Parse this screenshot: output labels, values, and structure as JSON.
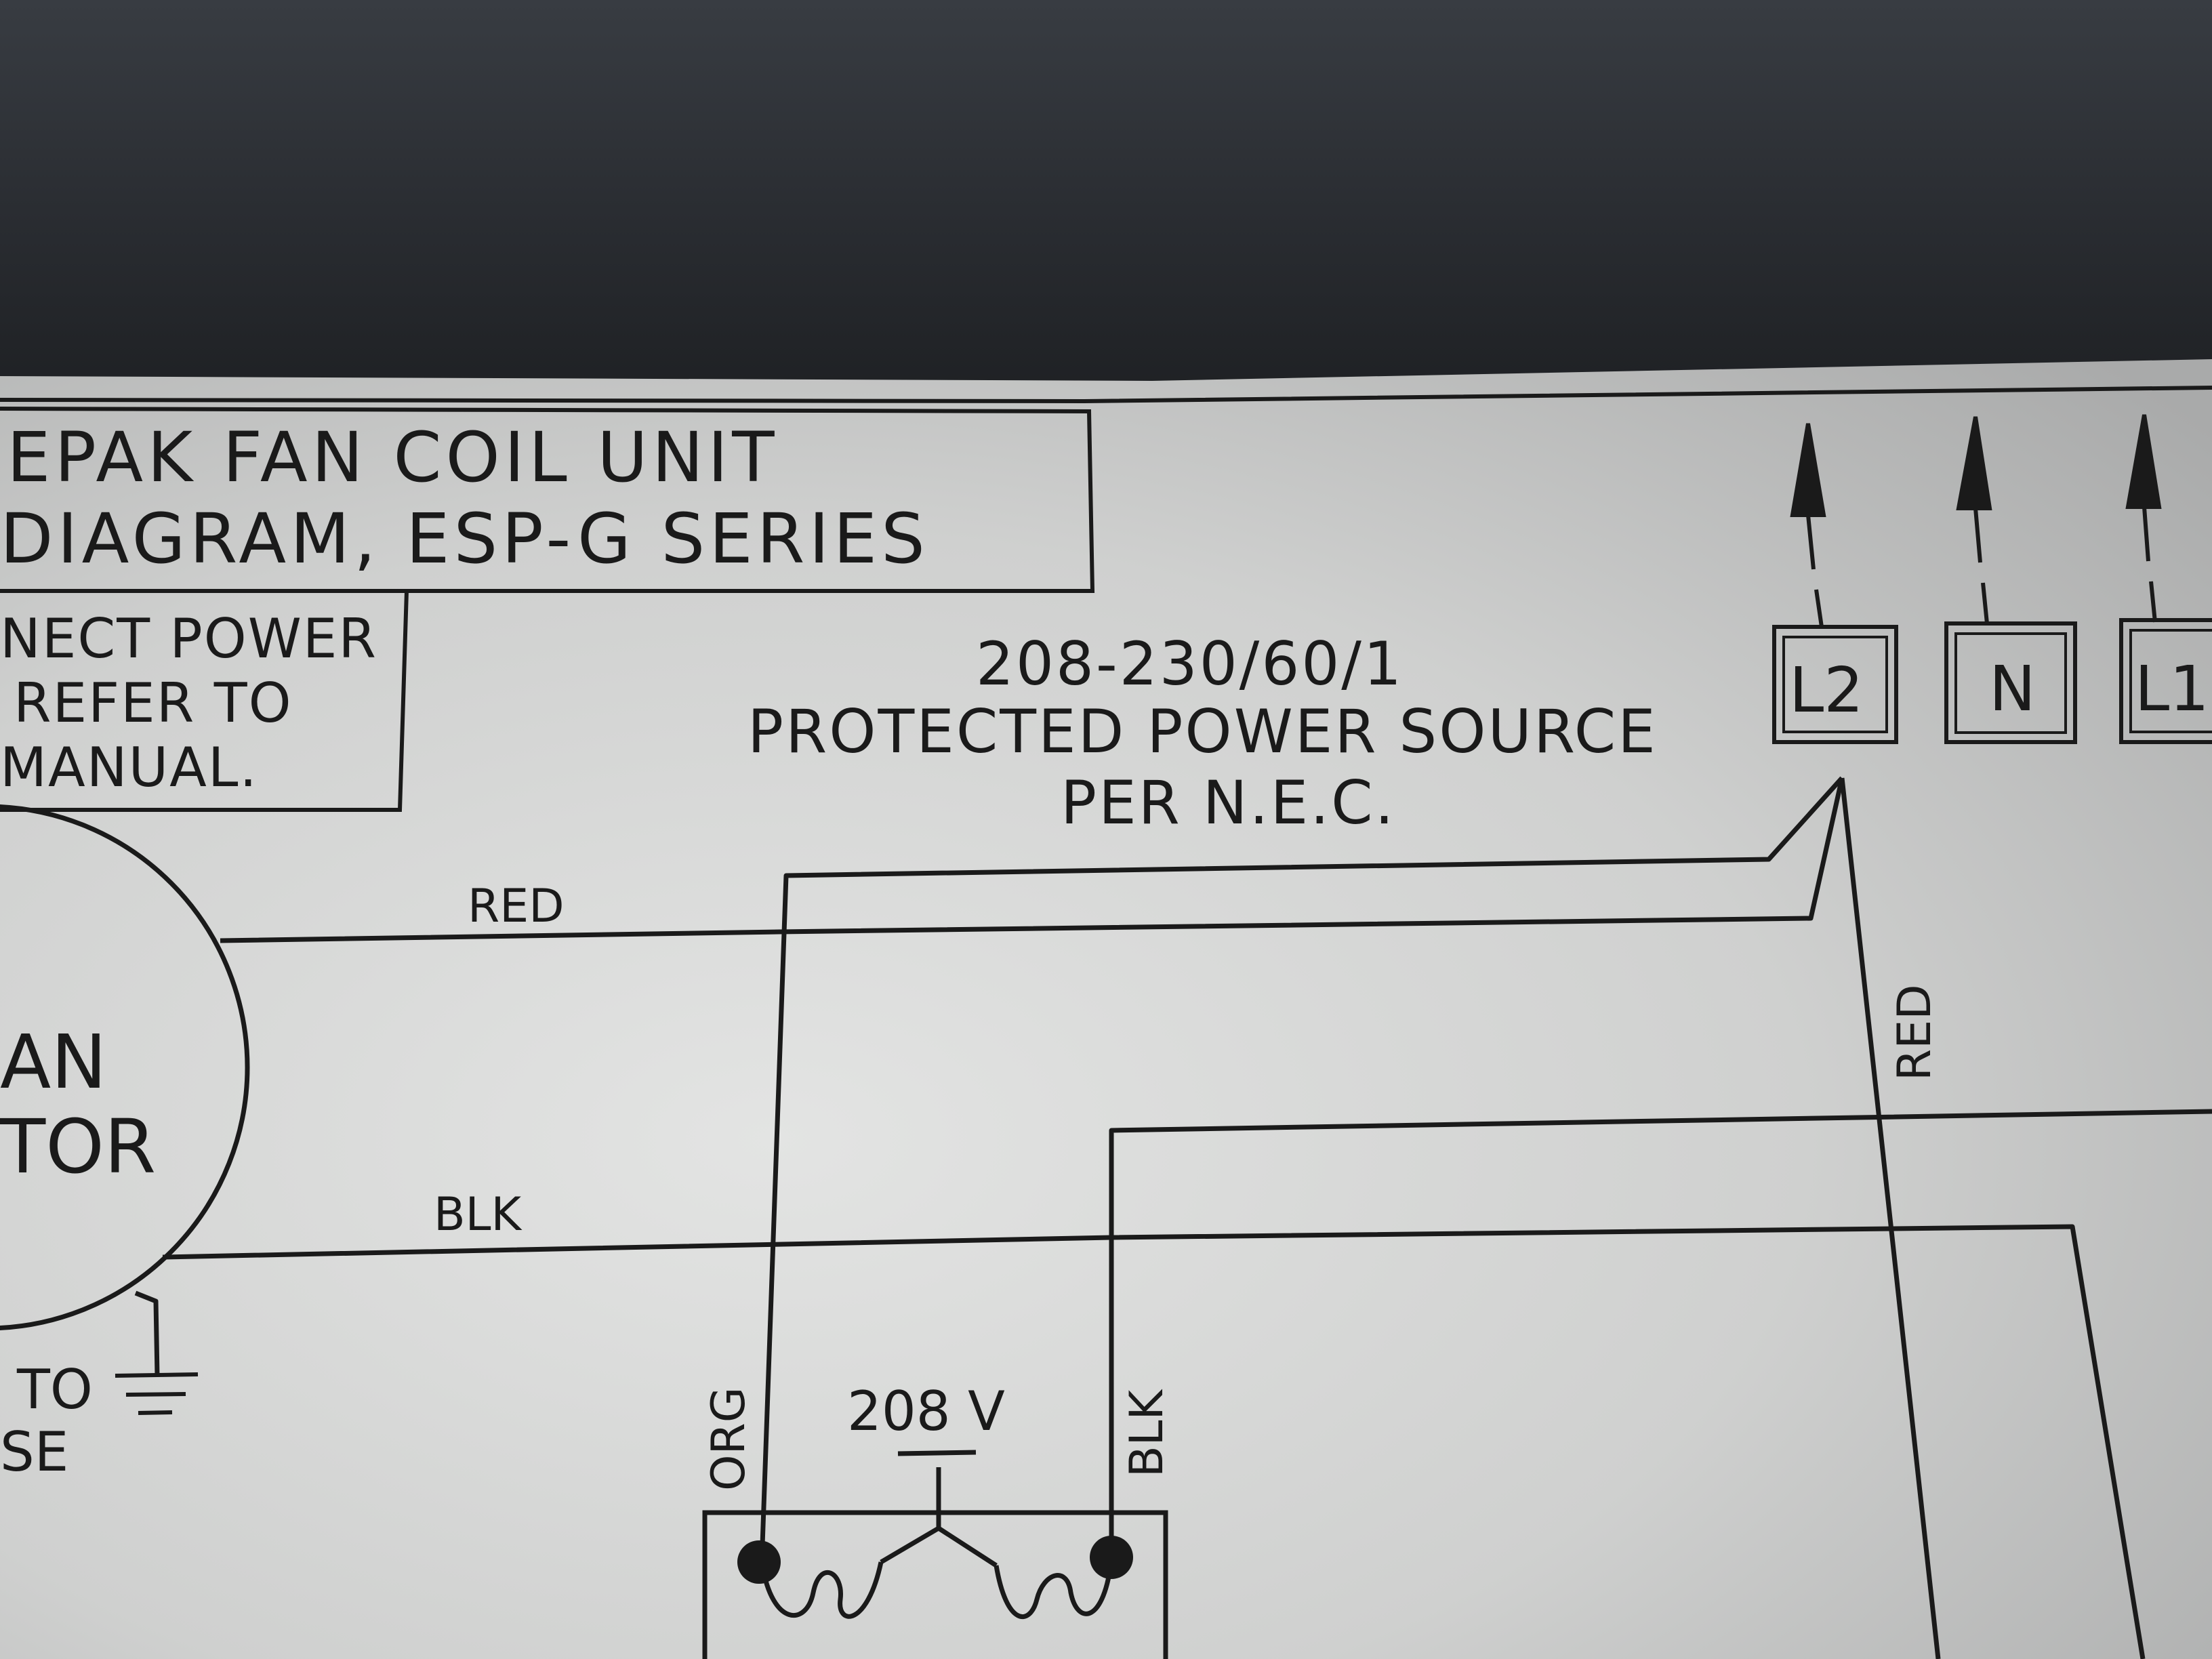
{
  "title_block": {
    "line1": "EPAK FAN COIL UNIT",
    "line2": "DIAGRAM, ESP-G SERIES"
  },
  "note_block": {
    "line1": "NECT POWER",
    "line2": "REFER TO",
    "line3": "MANUAL."
  },
  "power_source": {
    "rating": "208-230/60/1",
    "line2": "PROTECTED POWER SOURCE",
    "line3": "PER N.E.C."
  },
  "terminals": [
    "L2",
    "N",
    "L1"
  ],
  "motor": {
    "label_line1": "AN",
    "label_line2": "TOR"
  },
  "ground": {
    "line1": "TO",
    "line2": "SE"
  },
  "wires": {
    "red_horizontal": "RED",
    "blk_horizontal": "BLK",
    "red_vertical": "RED",
    "org_vertical": "ORG",
    "blk_vertical": "BLK"
  },
  "transformer": {
    "voltage": "208 V"
  },
  "colors": {
    "ink": "#1a1a1a",
    "paper": "#d2d3d2",
    "background": "#2a2d31"
  }
}
